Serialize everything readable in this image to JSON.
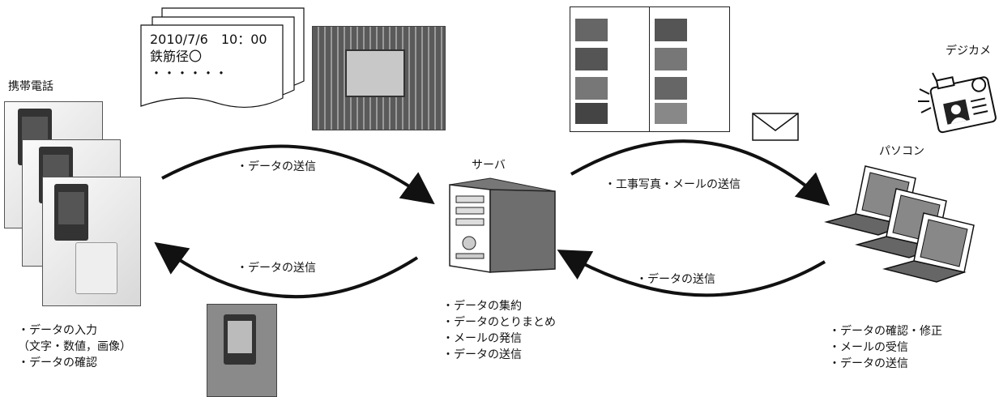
{
  "memo": {
    "line1": "2010/7/6　10：00",
    "line2": "鉄筋径〇",
    "line3": "・・・・・・"
  },
  "phone": {
    "title": "携帯電話"
  },
  "server": {
    "title": "サーバ"
  },
  "camera": {
    "title": "デジカメ"
  },
  "pc": {
    "title": "パソコン"
  },
  "arrows": {
    "phone_to_server": "・データの送信",
    "server_to_phone": "・データの送信",
    "server_to_pc": "・工事写真・メールの送信",
    "pc_to_server": "・データの送信"
  },
  "phone_list": [
    "・データの入力",
    "（文字・数値，画像）",
    "・データの確認"
  ],
  "server_list": [
    "・データの集約",
    "・データのとりまとめ",
    "・メールの発信",
    "・データの送信"
  ],
  "pc_list": [
    "・データの確認・修正",
    "・メールの受信",
    "・データの送信"
  ],
  "icons": {
    "server": "server-tower-icon",
    "laptop": "laptop-icon",
    "camera": "digital-camera-icon",
    "envelope": "envelope-icon"
  }
}
